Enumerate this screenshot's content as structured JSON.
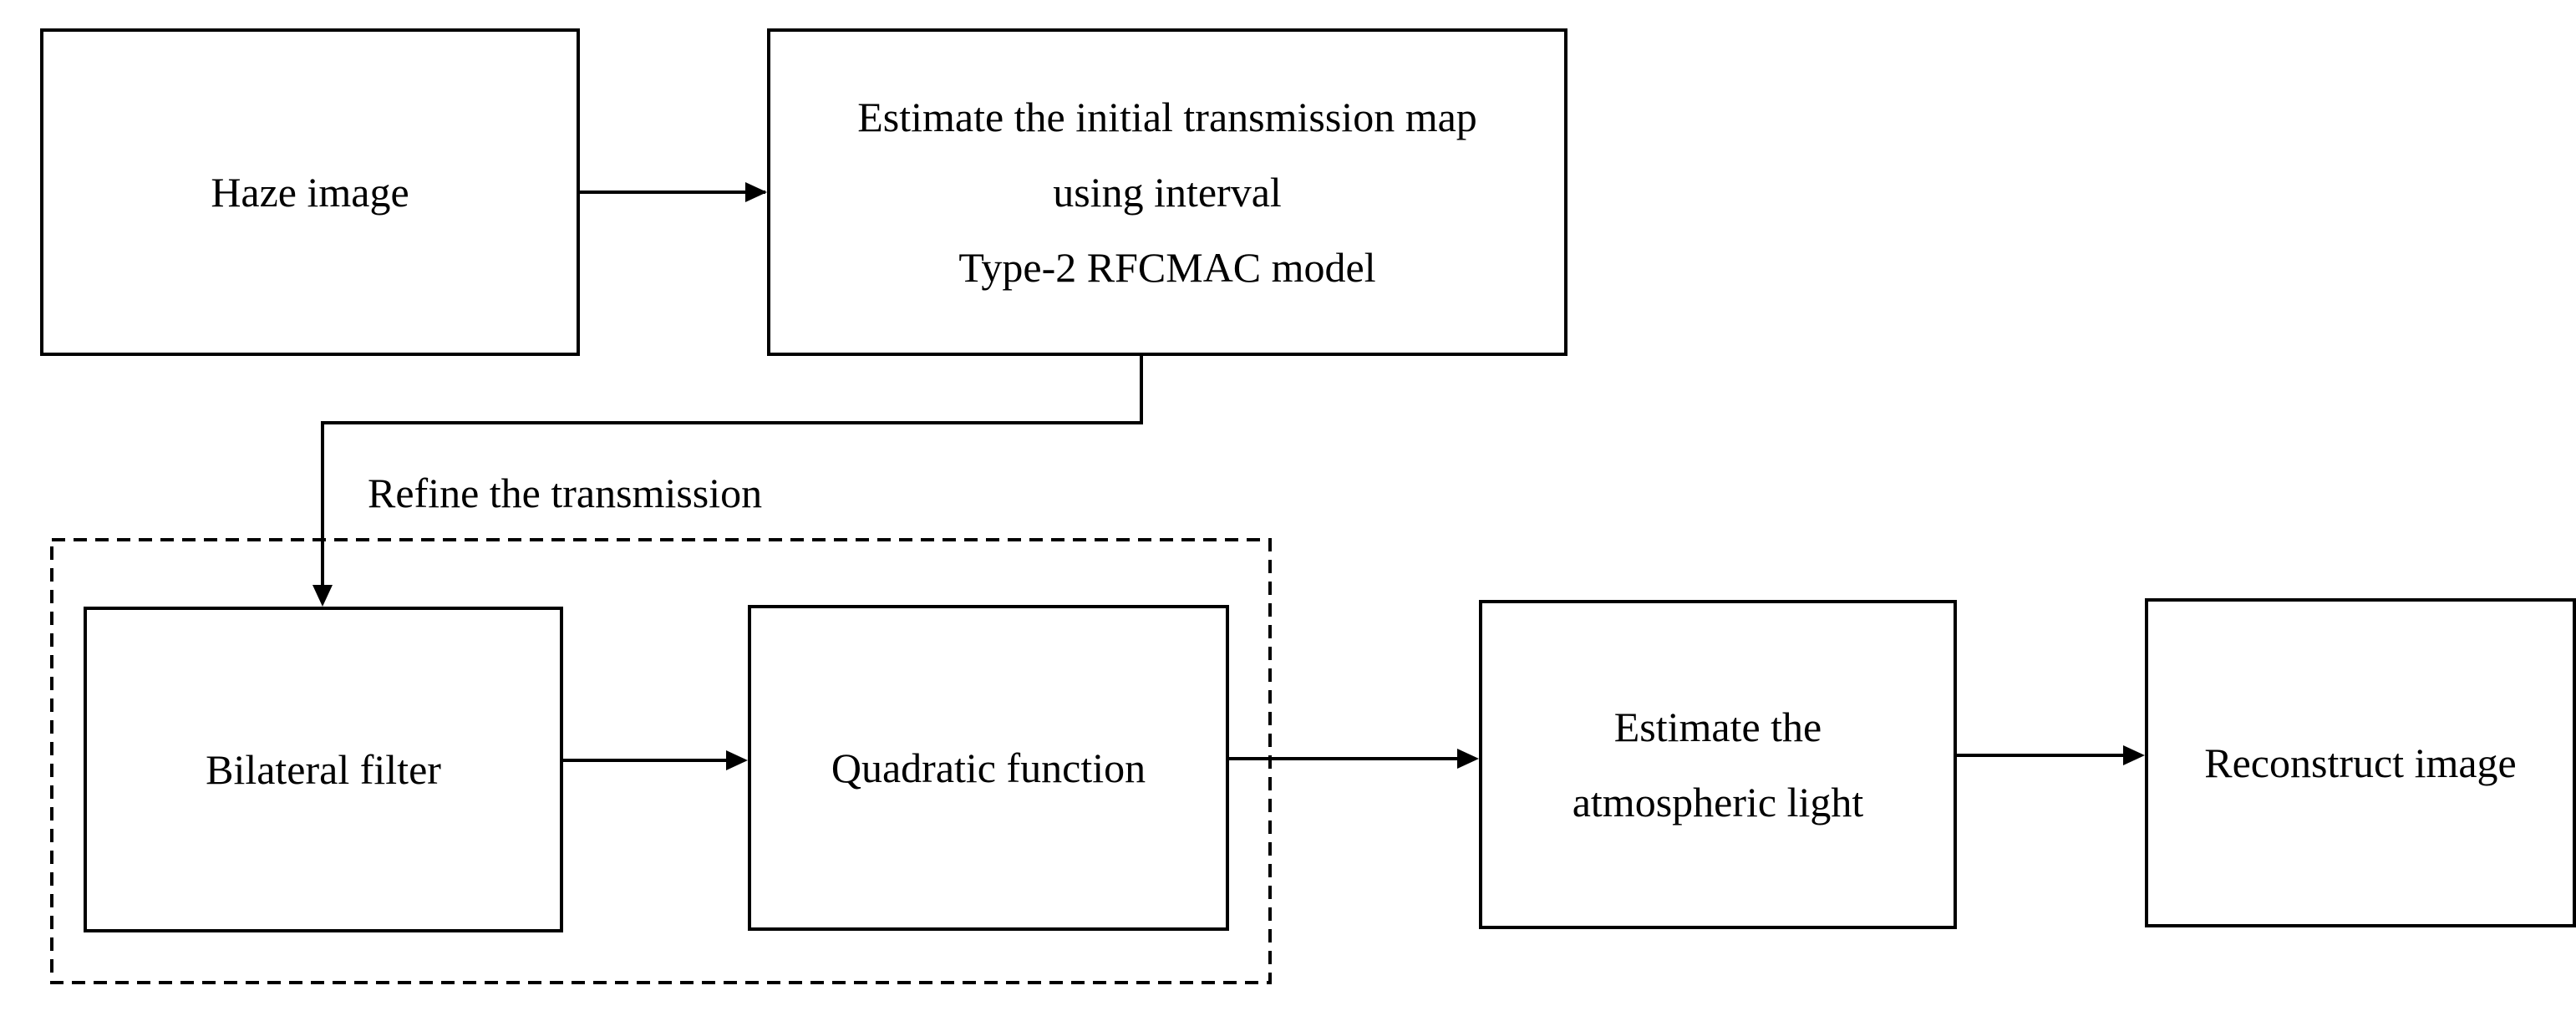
{
  "diagram": {
    "nodes": {
      "haze_image": "Haze image",
      "estimate_transmission": "Estimate the initial transmission map\nusing interval\nType-2 RFCMAC model",
      "bilateral_filter": "Bilateral filter",
      "quadratic_function": "Quadratic function",
      "estimate_atmospheric": "Estimate the\natmospheric light",
      "reconstruct_image": "Reconstruct image"
    },
    "group": {
      "label": "Refine the transmission",
      "members": [
        "Bilateral filter",
        "Quadratic function"
      ]
    },
    "edges": [
      {
        "from": "Haze image",
        "to": "Estimate the initial transmission map using interval Type-2 RFCMAC model"
      },
      {
        "from": "Estimate the initial transmission map using interval Type-2 RFCMAC model",
        "to": "Bilateral filter"
      },
      {
        "from": "Bilateral filter",
        "to": "Quadratic function"
      },
      {
        "from": "Quadratic function",
        "to": "Estimate the atmospheric light"
      },
      {
        "from": "Estimate the atmospheric light",
        "to": "Reconstruct image"
      }
    ]
  }
}
